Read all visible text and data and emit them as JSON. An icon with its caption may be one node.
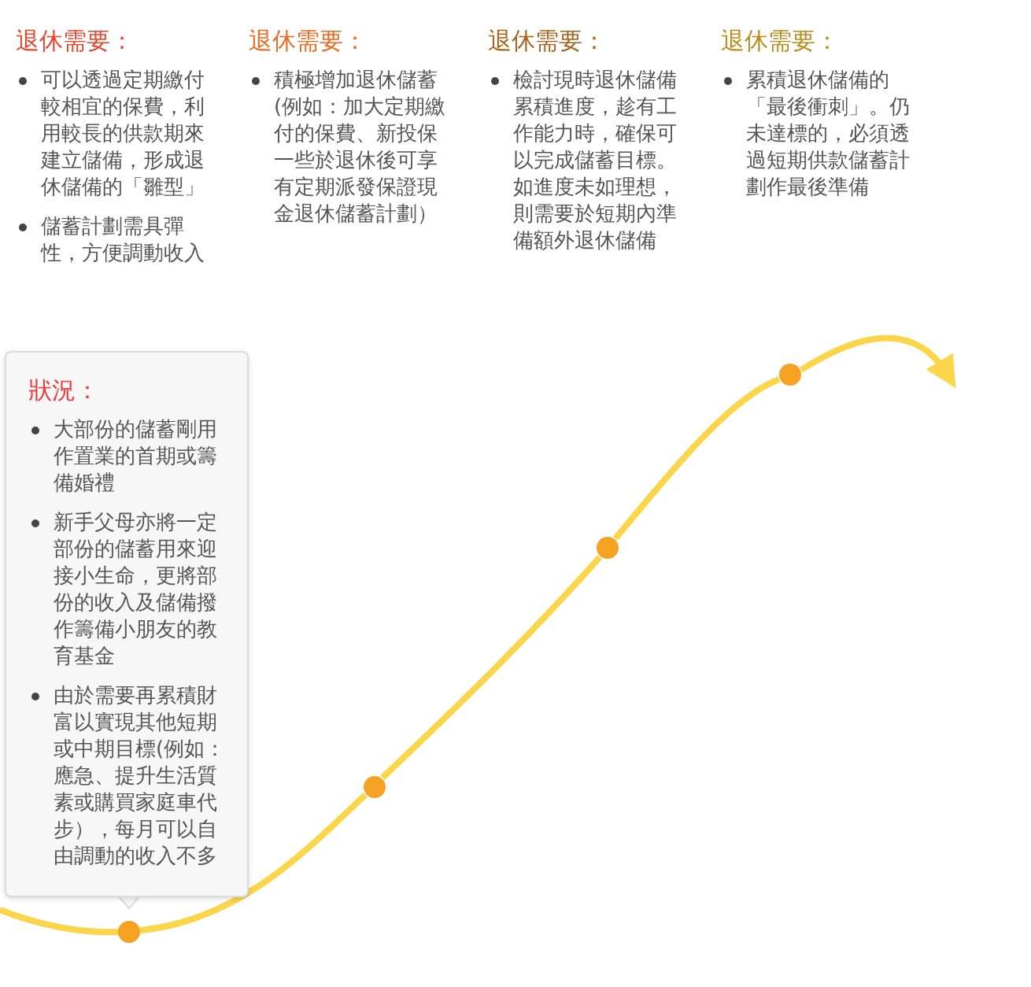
{
  "diagram": {
    "nodes": [
      {
        "text": [
          "狀況：",
          "大部份的儲蓄剛用作置業的首期或籌備婚禮",
          "新手父母亦將一定部份的儲蓄用來迎接小生命，更將部份的收入及儲備撥作籌備小朋友的教育基金",
          "由於需要再累積財富以實現其他短期或中期目標(例如：應急、提升生活質素或購買家庭車代步），每月可以自由調動的收入不多"
        ]
      },
      {
        "text": [
          "退休需要：",
          "可以透過定期繳付較相宜的保費，利用較長的供款期來建立儲備，形成退休儲備的「雛型」",
          "儲蓄計劃需具彈性，方便調動收入"
        ]
      },
      {
        "text": [
          "退休需要：",
          "積極增加退休儲蓄(例如：加大定期繳付的保費、新投保一些於退休後可享有定期派發保證現金退休儲蓄計劃）"
        ]
      },
      {
        "text": [
          "退休需要：",
          "檢討現時退休儲備累積進度，趁有工作能力時，確保可以完成儲蓄目標。如進度未如理想，則需要於短期內準備額外退休儲備"
        ]
      },
      {
        "text": [
          "退休需要：",
          "累積退休儲備的「最後衝刺」。仍未達標的，必須透過短期供款儲蓄計劃作最後準備"
        ]
      },
      {
        "text": [],
        "shape": "circle"
      },
      {
        "text": [],
        "shape": "circle"
      },
      {
        "text": [],
        "shape": "circle"
      },
      {
        "text": [],
        "shape": "circle"
      }
    ],
    "edges": [
      {
        "from": 5,
        "to": 6,
        "arrow": "none"
      },
      {
        "from": 6,
        "to": 7,
        "arrow": "none"
      },
      {
        "from": 7,
        "to": 8,
        "arrow": "none"
      },
      {
        "from": 8,
        "to": null,
        "arrow": "to"
      }
    ]
  }
}
